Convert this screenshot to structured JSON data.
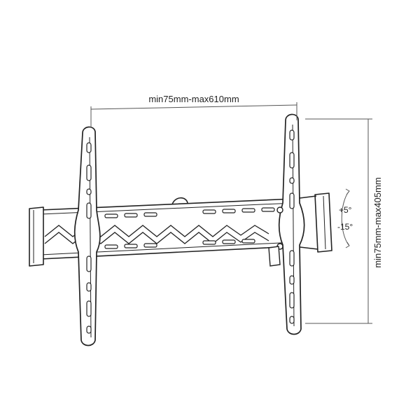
{
  "dimensions": {
    "width_label": "min75mm-max610mm",
    "height_label": "min75mm-max405mm"
  },
  "tilt": {
    "up_label": "+5°",
    "down_label": "-15°"
  },
  "colors": {
    "line": "#222222",
    "dimension_line": "#555555",
    "background": "#ffffff"
  }
}
